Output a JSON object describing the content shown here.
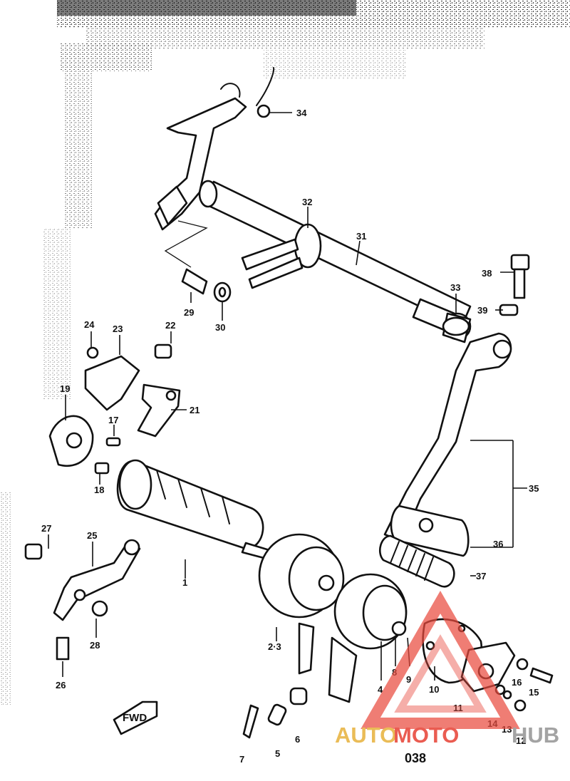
{
  "diagram": {
    "page_number": "038",
    "direction_arrow": "FWD",
    "callouts": [
      "1",
      "2·3",
      "4",
      "5",
      "6",
      "7",
      "8",
      "9",
      "10",
      "11",
      "12",
      "13",
      "14",
      "15",
      "16",
      "17",
      "18",
      "19",
      "21",
      "22",
      "23",
      "24",
      "25",
      "26",
      "27",
      "28",
      "29",
      "30",
      "31",
      "32",
      "33",
      "34",
      "35",
      "36",
      "37",
      "38",
      "39"
    ]
  },
  "watermark": {
    "part1": "AUTO",
    "part2": "MOTO",
    "part3": "HUB",
    "colors": {
      "gold": "#e8b545",
      "red": "#e84b3f",
      "gray": "#9a9a9a"
    }
  }
}
